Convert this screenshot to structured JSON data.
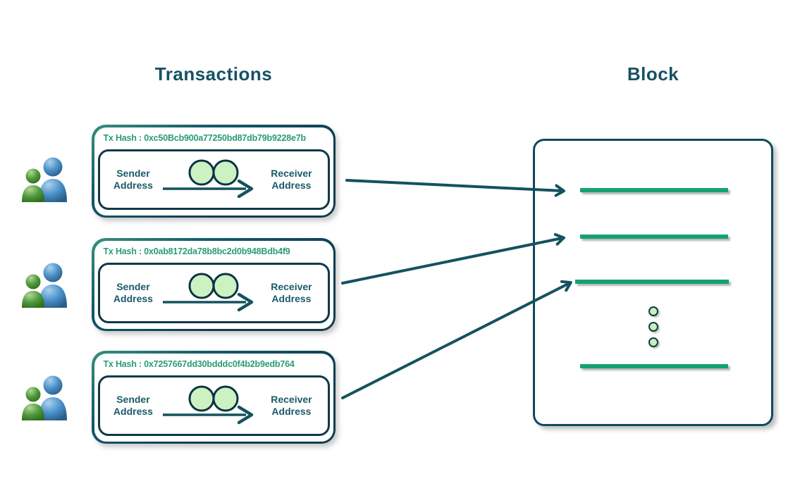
{
  "titles": {
    "transactions": "Transactions",
    "block": "Block"
  },
  "colors": {
    "teal_dark": "#14525f",
    "teal_border": "#0f4a5c",
    "hash_green": "#2a9b77",
    "bar_green": "#15a076",
    "coin_fill": "#cdf2c2",
    "person_blue": "#4a90c8",
    "person_green": "#4e9a3c"
  },
  "transactions": [
    {
      "hash_label": "Tx Hash : 0xc50Bcb900a77250bd87db79b9228e7b",
      "sender_label": "Sender Address",
      "receiver_label": "Receiver Address"
    },
    {
      "hash_label": "Tx Hash : 0x0ab8172da78b8bc2d0b948Bdb4f9",
      "sender_label": "Sender Address",
      "receiver_label": "Receiver Address"
    },
    {
      "hash_label": "Tx Hash : 0x7257667dd30bdddc0f4b2b9edb764",
      "sender_label": "Sender Address",
      "receiver_label": "Receiver Address"
    }
  ],
  "block": {
    "included_tx_bars": 4,
    "has_ellipsis": true
  }
}
